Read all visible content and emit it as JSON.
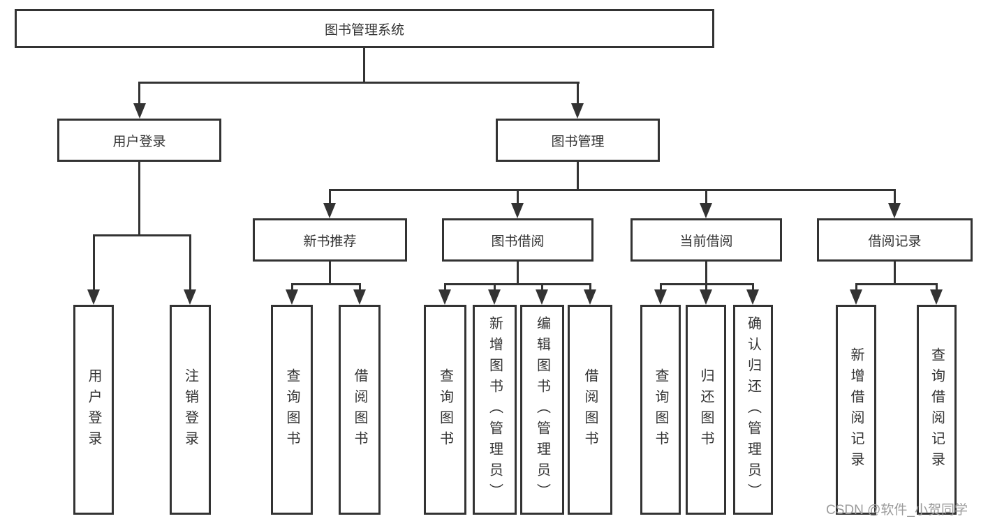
{
  "diagram_type": "hierarchy-tree",
  "colors": {
    "line": "#333333",
    "text": "#333333",
    "background": "#ffffff",
    "watermark": "#9b9b9b"
  },
  "tree": {
    "label": "图书管理系统",
    "children": [
      {
        "label": "用户登录",
        "children": [
          {
            "label": "用户登录"
          },
          {
            "label": "注销登录"
          }
        ]
      },
      {
        "label": "图书管理",
        "children": [
          {
            "label": "新书推荐",
            "children": [
              {
                "label": "查询图书"
              },
              {
                "label": "借阅图书"
              }
            ]
          },
          {
            "label": "图书借阅",
            "children": [
              {
                "label": "查询图书"
              },
              {
                "label": "新增图书（管理员）"
              },
              {
                "label": "编辑图书（管理员）"
              },
              {
                "label": "借阅图书"
              }
            ]
          },
          {
            "label": "当前借阅",
            "children": [
              {
                "label": "查询图书"
              },
              {
                "label": "归还图书"
              },
              {
                "label": "确认归还（管理员）"
              }
            ]
          },
          {
            "label": "借阅记录",
            "children": [
              {
                "label": "新增借阅记录"
              },
              {
                "label": "查询借阅记录"
              }
            ]
          }
        ]
      }
    ]
  },
  "watermark": {
    "text": "CSDN @软件_小贺同学"
  }
}
